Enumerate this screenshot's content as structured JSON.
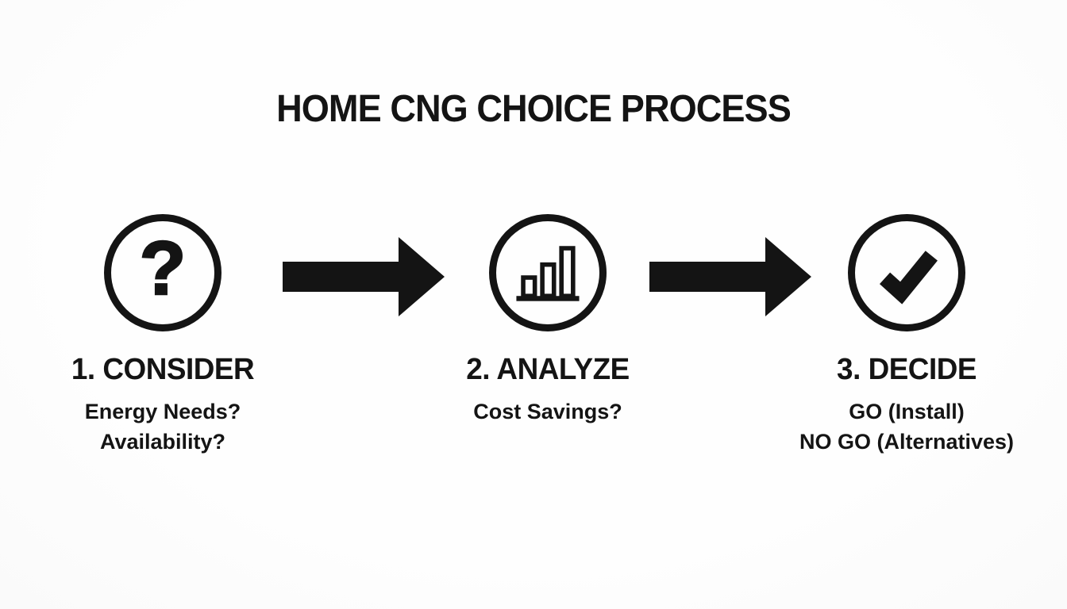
{
  "title": "HOME CNG CHOICE PROCESS",
  "colors": {
    "ink": "#141414",
    "background": "#fdfdfd"
  },
  "steps": [
    {
      "icon": "question-mark-icon",
      "icon_glyph": "?",
      "label": "1. CONSIDER",
      "details": [
        "Energy Needs?",
        "Availability?"
      ]
    },
    {
      "icon": "bar-chart-icon",
      "label": "2. ANALYZE",
      "details": [
        "Cost Savings?"
      ]
    },
    {
      "icon": "checkmark-icon",
      "label": "3. DECIDE",
      "details": [
        "GO (Install)",
        "NO GO (Alternatives)"
      ]
    }
  ],
  "connectors": [
    {
      "type": "arrow-right"
    },
    {
      "type": "arrow-right"
    }
  ]
}
